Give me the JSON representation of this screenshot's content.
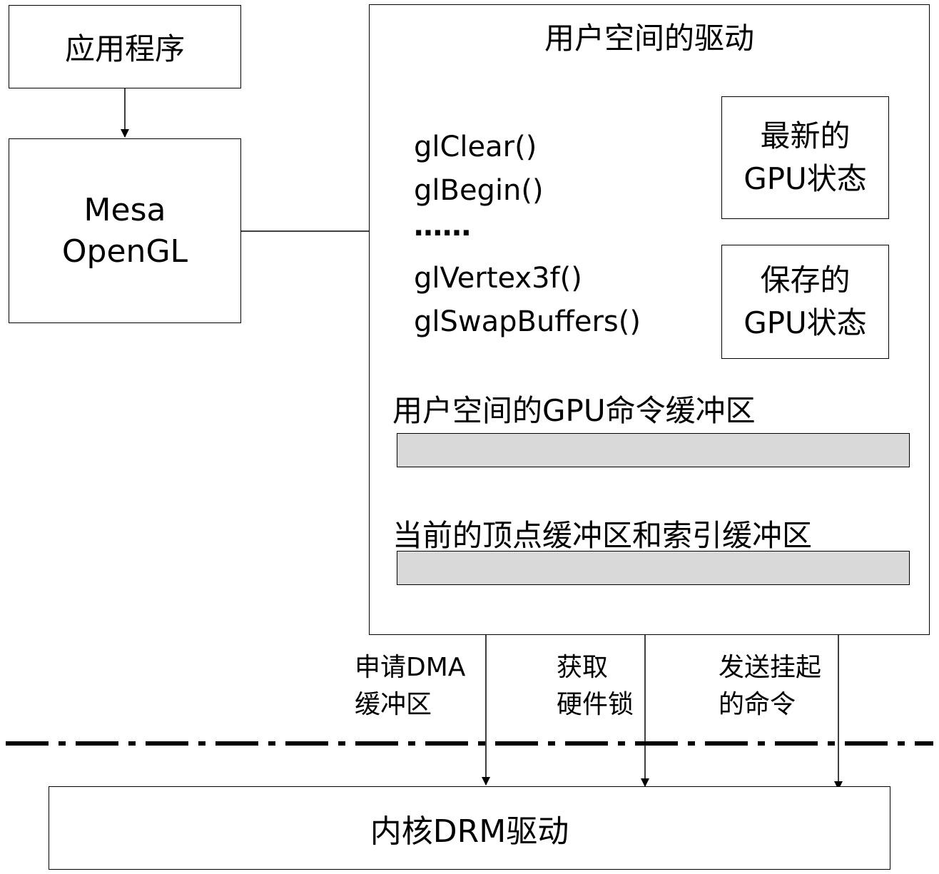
{
  "app_box": {
    "label": "应用程序"
  },
  "mesa_box": {
    "line1": "Mesa",
    "line2": "OpenGL"
  },
  "user_driver": {
    "title": "用户空间的驱动",
    "calls": [
      "glClear()",
      "glBegin()",
      "……",
      "glVertex3f()",
      "glSwapBuffers()"
    ],
    "latest_state": {
      "line1": "最新的",
      "line2": "GPU状态"
    },
    "saved_state": {
      "line1": "保存的",
      "line2": "GPU状态"
    },
    "cmd_buffer_label": "用户空间的GPU命令缓冲区",
    "vertex_buffer_label": "当前的顶点缓冲区和索引缓冲区"
  },
  "arrow_labels": {
    "dma": {
      "line1": "申请DMA",
      "line2": "缓冲区"
    },
    "lock": {
      "line1": "获取",
      "line2": "硬件锁"
    },
    "send": {
      "line1": "发送挂起",
      "line2": "的命令"
    }
  },
  "kernel_box": {
    "label": "内核DRM驱动"
  }
}
